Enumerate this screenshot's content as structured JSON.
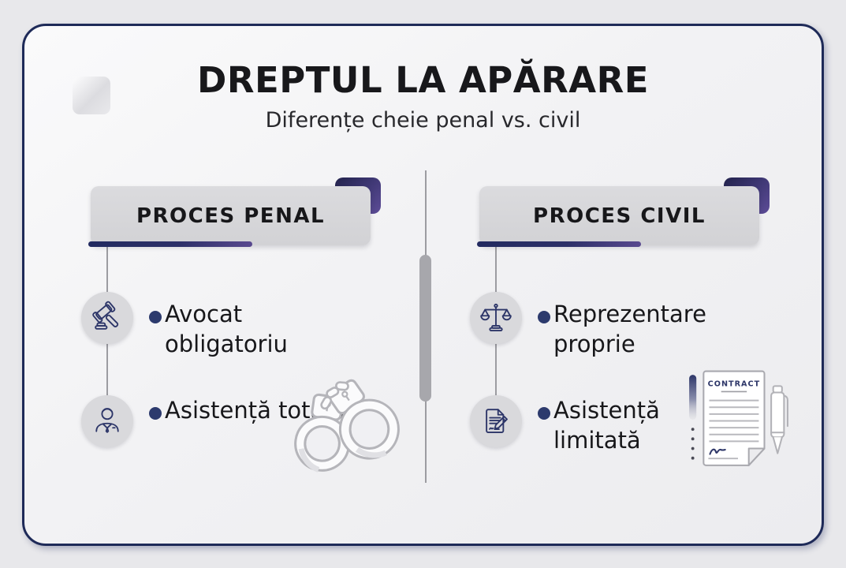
{
  "title": "DREPTUL LA APĂRARE",
  "subtitle": "Diferențe cheie penal vs. civil",
  "columns": {
    "penal": {
      "header": "PROCES PENAL",
      "items": [
        {
          "icon": "gavel-icon",
          "text": "Avocat obligatoriu"
        },
        {
          "icon": "lawyer-icon",
          "text": "Asistență totală"
        }
      ],
      "illustration": "handcuffs"
    },
    "civil": {
      "header": "PROCES CIVIL",
      "items": [
        {
          "icon": "justice-scales-icon",
          "text": "Reprezentare proprie"
        },
        {
          "icon": "document-pen-icon",
          "text": "Asistență limitată"
        }
      ],
      "illustration": "contract",
      "contract_label": "CONTRACT"
    }
  },
  "colors": {
    "frame_border": "#1e2a58",
    "accent_navy": "#222a60",
    "accent_purple": "#5d4c97",
    "header_bg": "#d6d6d9",
    "icon_stroke": "#2c3568",
    "bullet": "#2c3a6d",
    "illustration_gray": "#b5b5ba",
    "text": "#17171a"
  }
}
